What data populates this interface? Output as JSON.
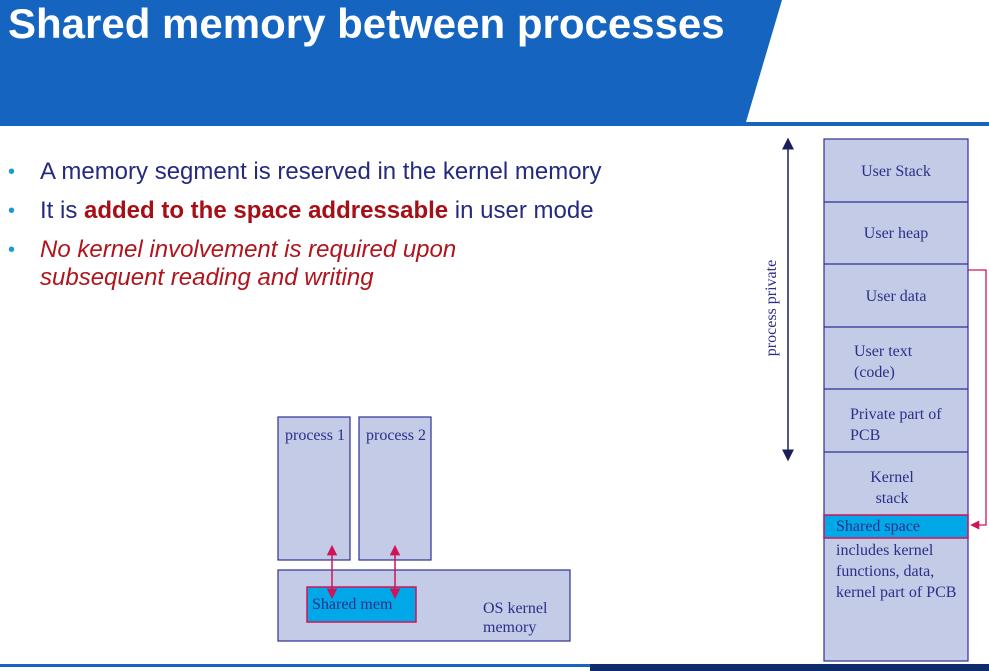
{
  "slide": {
    "title": "Shared memory between processes",
    "bullets": [
      {
        "text": "A memory segment is reserved in the kernel memory"
      },
      {
        "pre": "It is ",
        "emphasis": "added to the space addressable",
        "post": " in user mode"
      },
      {
        "italic": "No kernel involvement is required upon subsequent reading and writing"
      }
    ]
  },
  "left_diagram": {
    "process1": "process 1",
    "process2": "process 2",
    "shared_mem": "Shared mem",
    "os_kernel": "OS kernel memory"
  },
  "right_diagram": {
    "axis_label": "process private",
    "segments": [
      "User Stack",
      "User heap",
      "User data",
      "User text (code)",
      "Private part of  PCB",
      "Kernel stack"
    ],
    "shared_space_label": "Shared space",
    "shared_space_desc": "includes kernel functions, data, kernel part of PCB"
  },
  "colors": {
    "title_blue": "#1565c0",
    "box_fill": "#c3cbe6",
    "box_stroke": "#2e3192",
    "shared_fill": "#00a8e8",
    "arrow_red": "#d0145a",
    "bullet_dot": "#1a9ad6"
  }
}
